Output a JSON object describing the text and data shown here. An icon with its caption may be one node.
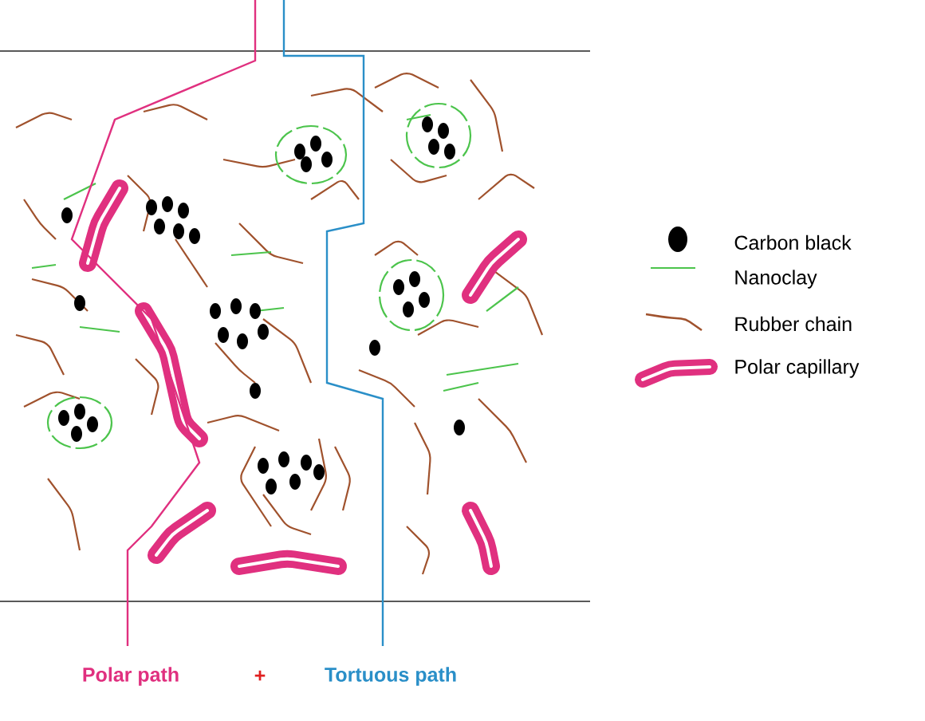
{
  "diagram": {
    "labels": [
      "Polar path",
      "+",
      "Tortuous path"
    ],
    "legend": [
      {
        "text": "Carbon black"
      },
      {
        "text": "Nanoclay"
      },
      {
        "text": "Rubber chain"
      },
      {
        "text": "Polar capillary"
      }
    ]
  }
}
